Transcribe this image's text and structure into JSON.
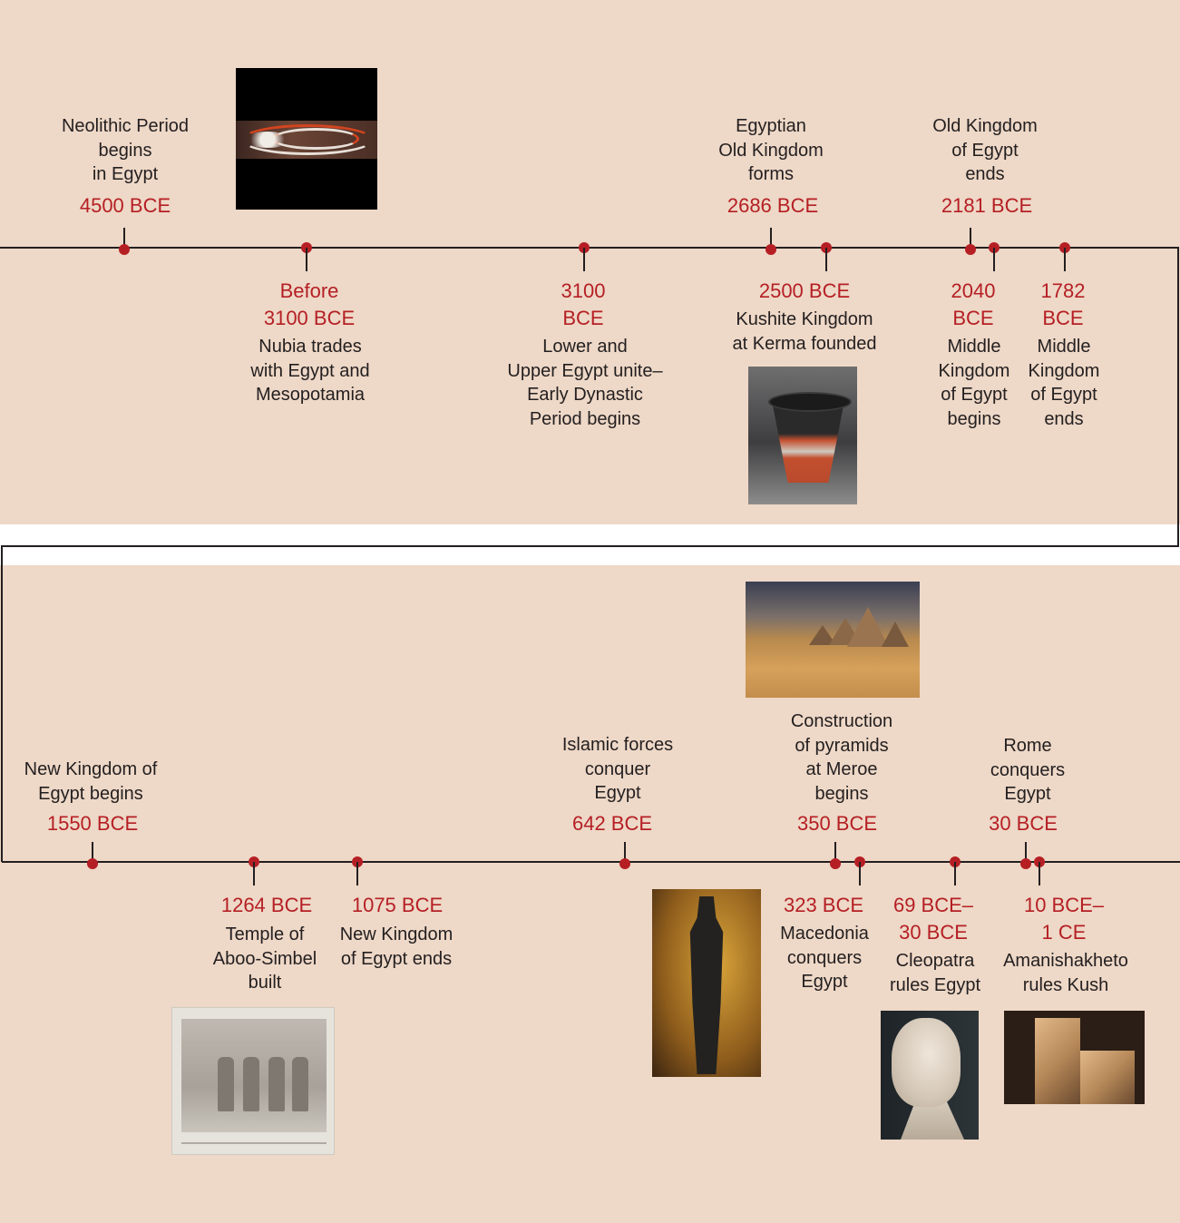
{
  "colors": {
    "background": "#eed8c7",
    "date": "#b51f24",
    "line": "#231f20",
    "dot": "#b51f24"
  },
  "top_events": [
    {
      "date": "4500 BCE",
      "label": "Neolithic Period\nbegins\nin Egypt"
    },
    {
      "date": "2686 BCE",
      "label": "Egyptian\nOld Kingdom\nforms"
    },
    {
      "date": "2181 BCE",
      "label": "Old Kingdom\nof Egypt\nends"
    },
    {
      "date": "Before\n3100 BCE",
      "label": "Nubia trades\nwith Egypt and\nMesopotamia"
    },
    {
      "date": "3100\nBCE",
      "label": "Lower and\nUpper Egypt unite–\nEarly Dynastic\nPeriod begins"
    },
    {
      "date": "2500 BCE",
      "label": "Kushite Kingdom\nat Kerma founded"
    },
    {
      "date": "2040\nBCE",
      "label": "Middle\nKingdom\nof Egypt\nbegins"
    },
    {
      "date": "1782\nBCE",
      "label": "Middle\nKingdom\nof Egypt\nends"
    }
  ],
  "bottom_events": [
    {
      "date": "1550 BCE",
      "label": "New Kingdom of\nEgypt begins"
    },
    {
      "date": "642 BCE",
      "label": "Islamic forces\nconquer\nEgypt"
    },
    {
      "date": "350 BCE",
      "label": "Construction\nof pyramids\nat Meroe\nbegins"
    },
    {
      "date": "30 BCE",
      "label": "Rome\nconquers\nEgypt"
    },
    {
      "date": "1264 BCE",
      "label": "Temple of\nAboo-Simbel\nbuilt"
    },
    {
      "date": "1075 BCE",
      "label": "New Kingdom\nof Egypt ends"
    },
    {
      "date": "323 BCE",
      "label": "Macedonia\nconquers\nEgypt"
    },
    {
      "date": "69 BCE–\n30 BCE",
      "label": "Cleopatra\nrules Egypt"
    },
    {
      "date": "10 BCE–\n1 CE",
      "label": "Amanishakheto\nrules Kush"
    }
  ],
  "images": {
    "beads": "bead-necklace-photo",
    "bowl": "kerma-bowl-photo",
    "pyramids": "meroe-pyramids-photo",
    "temple": "abu-simbel-engraving",
    "statue": "black-statue-photo",
    "bust": "cleopatra-bust-photo",
    "stone": "carved-stone-photo"
  }
}
